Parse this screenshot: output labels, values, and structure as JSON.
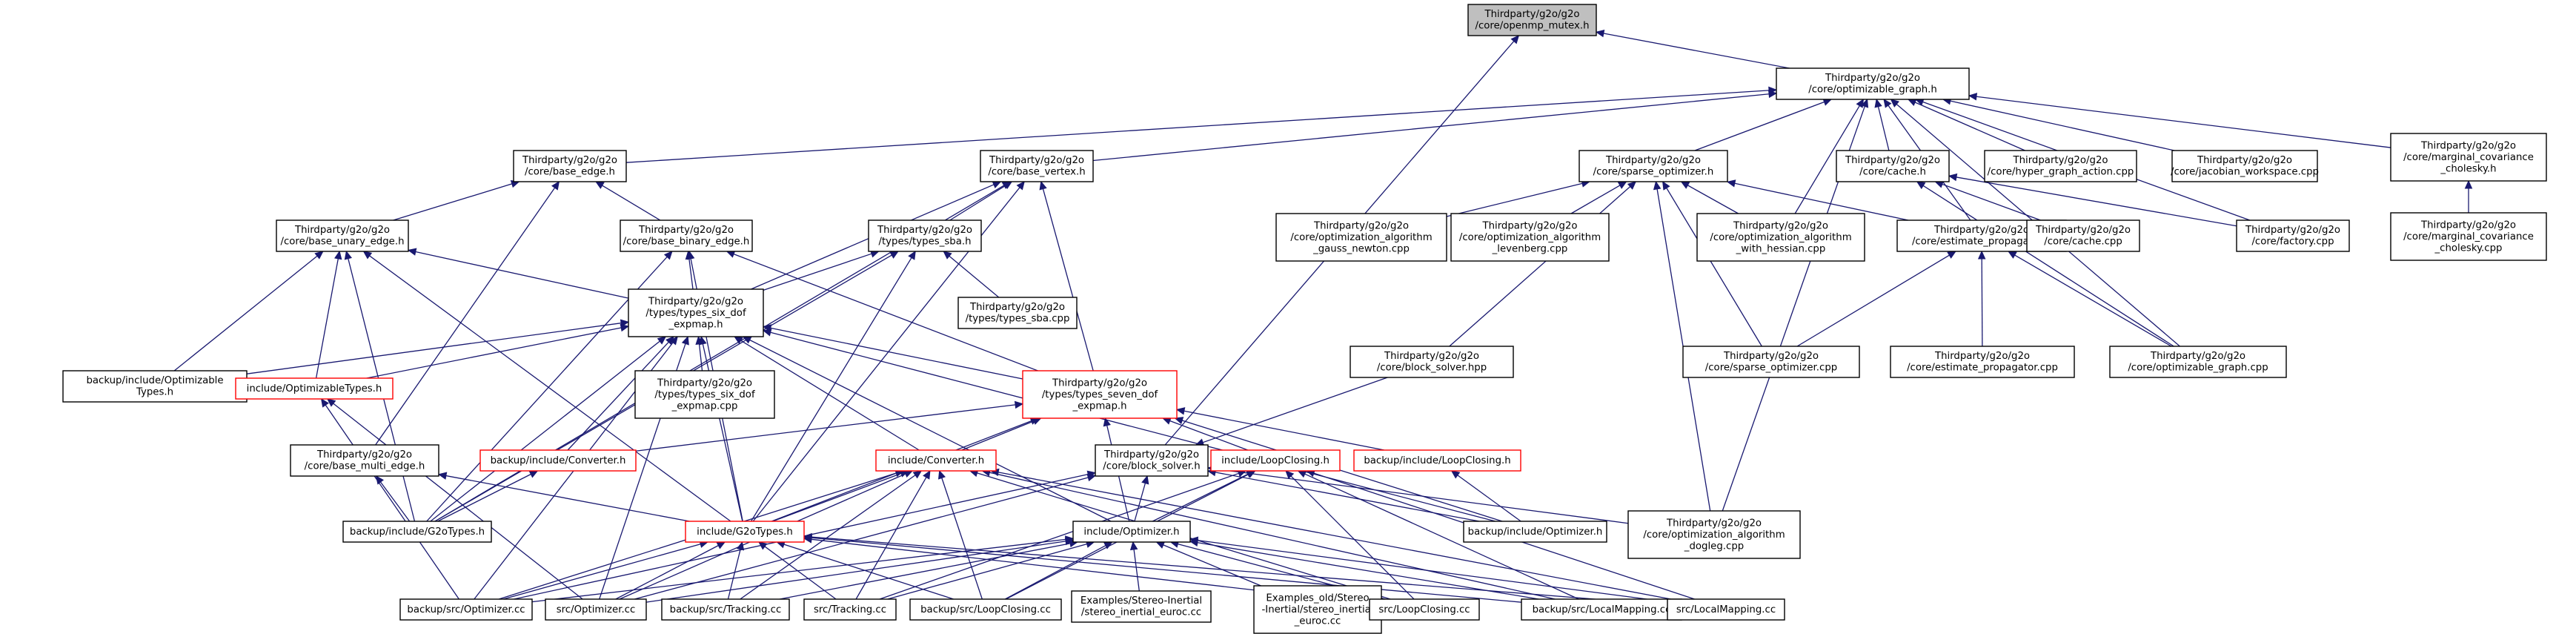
{
  "nodes": [
    {
      "id": "omp",
      "lines": [
        "Thirdparty/g2o/g2o",
        "/core/openmp_mutex.h"
      ],
      "style": "root"
    },
    {
      "id": "og",
      "lines": [
        "Thirdparty/g2o/g2o",
        "/core/optimizable_graph.h"
      ],
      "style": "normal"
    },
    {
      "id": "be",
      "lines": [
        "Thirdparty/g2o/g2o",
        "/core/base_edge.h"
      ],
      "style": "normal"
    },
    {
      "id": "bv",
      "lines": [
        "Thirdparty/g2o/g2o",
        "/core/base_vertex.h"
      ],
      "style": "normal"
    },
    {
      "id": "so",
      "lines": [
        "Thirdparty/g2o/g2o",
        "/core/sparse_optimizer.h"
      ],
      "style": "normal"
    },
    {
      "id": "cache",
      "lines": [
        "Thirdparty/g2o/g2o",
        "/core/cache.h"
      ],
      "style": "normal"
    },
    {
      "id": "hga",
      "lines": [
        "Thirdparty/g2o/g2o",
        "/core/hyper_graph_action.cpp"
      ],
      "style": "normal"
    },
    {
      "id": "jw",
      "lines": [
        "Thirdparty/g2o/g2o",
        "/core/jacobian_workspace.cpp"
      ],
      "style": "normal"
    },
    {
      "id": "mch",
      "lines": [
        "Thirdparty/g2o/g2o",
        "/core/marginal_covariance",
        "_cholesky.h"
      ],
      "style": "normal"
    },
    {
      "id": "bue",
      "lines": [
        "Thirdparty/g2o/g2o",
        "/core/base_unary_edge.h"
      ],
      "style": "normal"
    },
    {
      "id": "bbe",
      "lines": [
        "Thirdparty/g2o/g2o",
        "/core/base_binary_edge.h"
      ],
      "style": "normal"
    },
    {
      "id": "tsba",
      "lines": [
        "Thirdparty/g2o/g2o",
        "/types/types_sba.h"
      ],
      "style": "normal"
    },
    {
      "id": "oagn",
      "lines": [
        "Thirdparty/g2o/g2o",
        "/core/optimization_algorithm",
        "_gauss_newton.cpp"
      ],
      "style": "normal"
    },
    {
      "id": "oalev",
      "lines": [
        "Thirdparty/g2o/g2o",
        "/core/optimization_algorithm",
        "_levenberg.cpp"
      ],
      "style": "normal"
    },
    {
      "id": "oawh",
      "lines": [
        "Thirdparty/g2o/g2o",
        "/core/optimization_algorithm",
        "_with_hessian.cpp"
      ],
      "style": "normal"
    },
    {
      "id": "ep",
      "lines": [
        "Thirdparty/g2o/g2o",
        "/core/estimate_propagator.h"
      ],
      "style": "normal"
    },
    {
      "id": "cachecpp",
      "lines": [
        "Thirdparty/g2o/g2o",
        "/core/cache.cpp"
      ],
      "style": "normal"
    },
    {
      "id": "factory",
      "lines": [
        "Thirdparty/g2o/g2o",
        "/core/factory.cpp"
      ],
      "style": "normal"
    },
    {
      "id": "mchcpp",
      "lines": [
        "Thirdparty/g2o/g2o",
        "/core/marginal_covariance",
        "_cholesky.cpp"
      ],
      "style": "normal"
    },
    {
      "id": "t6",
      "lines": [
        "Thirdparty/g2o/g2o",
        "/types/types_six_dof",
        "_expmap.h"
      ],
      "style": "normal"
    },
    {
      "id": "tsbacpp",
      "lines": [
        "Thirdparty/g2o/g2o",
        "/types/types_sba.cpp"
      ],
      "style": "normal"
    },
    {
      "id": "bs_hpp",
      "lines": [
        "Thirdparty/g2o/g2o",
        "/core/block_solver.hpp"
      ],
      "style": "normal"
    },
    {
      "id": "socpp",
      "lines": [
        "Thirdparty/g2o/g2o",
        "/core/sparse_optimizer.cpp"
      ],
      "style": "normal"
    },
    {
      "id": "epcpp",
      "lines": [
        "Thirdparty/g2o/g2o",
        "/core/estimate_propagator.cpp"
      ],
      "style": "normal"
    },
    {
      "id": "ogcpp",
      "lines": [
        "Thirdparty/g2o/g2o",
        "/core/optimizable_graph.cpp"
      ],
      "style": "normal"
    },
    {
      "id": "bk_ot",
      "lines": [
        "backup/include/Optimizable",
        "Types.h"
      ],
      "style": "normal"
    },
    {
      "id": "inc_ot",
      "lines": [
        "include/OptimizableTypes.h"
      ],
      "style": "red"
    },
    {
      "id": "t6cpp",
      "lines": [
        "Thirdparty/g2o/g2o",
        "/types/types_six_dof",
        "_expmap.cpp"
      ],
      "style": "normal"
    },
    {
      "id": "t7",
      "lines": [
        "Thirdparty/g2o/g2o",
        "/types/types_seven_dof",
        "_expmap.h"
      ],
      "style": "red"
    },
    {
      "id": "bme",
      "lines": [
        "Thirdparty/g2o/g2o",
        "/core/base_multi_edge.h"
      ],
      "style": "normal"
    },
    {
      "id": "bk_conv",
      "lines": [
        "backup/include/Converter.h"
      ],
      "style": "red"
    },
    {
      "id": "inc_conv",
      "lines": [
        "include/Converter.h"
      ],
      "style": "red"
    },
    {
      "id": "bs_h",
      "lines": [
        "Thirdparty/g2o/g2o",
        "/core/block_solver.h"
      ],
      "style": "normal"
    },
    {
      "id": "inc_lc",
      "lines": [
        "include/LoopClosing.h"
      ],
      "style": "red"
    },
    {
      "id": "bk_lc",
      "lines": [
        "backup/include/LoopClosing.h"
      ],
      "style": "red"
    },
    {
      "id": "bk_g2o",
      "lines": [
        "backup/include/G2oTypes.h"
      ],
      "style": "normal"
    },
    {
      "id": "inc_g2o",
      "lines": [
        "include/G2oTypes.h"
      ],
      "style": "red"
    },
    {
      "id": "inc_opt",
      "lines": [
        "include/Optimizer.h"
      ],
      "style": "normal"
    },
    {
      "id": "bk_opt",
      "lines": [
        "backup/include/Optimizer.h"
      ],
      "style": "normal"
    },
    {
      "id": "oadog",
      "lines": [
        "Thirdparty/g2o/g2o",
        "/core/optimization_algorithm",
        "_dogleg.cpp"
      ],
      "style": "normal"
    },
    {
      "id": "bs_optcc",
      "lines": [
        "backup/src/Optimizer.cc"
      ],
      "style": "normal"
    },
    {
      "id": "s_optcc",
      "lines": [
        "src/Optimizer.cc"
      ],
      "style": "normal"
    },
    {
      "id": "bs_tr",
      "lines": [
        "backup/src/Tracking.cc"
      ],
      "style": "normal"
    },
    {
      "id": "s_tr",
      "lines": [
        "src/Tracking.cc"
      ],
      "style": "normal"
    },
    {
      "id": "bs_lc",
      "lines": [
        "backup/src/LoopClosing.cc"
      ],
      "style": "normal"
    },
    {
      "id": "ex_si",
      "lines": [
        "Examples/Stereo-Inertial",
        "/stereo_inertial_euroc.cc"
      ],
      "style": "normal"
    },
    {
      "id": "ex_old",
      "lines": [
        "Examples_old/Stereo",
        "-Inertial/stereo_inertial",
        "_euroc.cc"
      ],
      "style": "normal"
    },
    {
      "id": "s_lc",
      "lines": [
        "src/LoopClosing.cc"
      ],
      "style": "normal"
    },
    {
      "id": "bs_lm",
      "lines": [
        "backup/src/LocalMapping.cc"
      ],
      "style": "normal"
    },
    {
      "id": "s_lm",
      "lines": [
        "src/LocalMapping.cc"
      ],
      "style": "normal"
    }
  ],
  "edges": [
    [
      "og",
      "omp"
    ],
    [
      "bs_h",
      "omp"
    ],
    [
      "be",
      "og"
    ],
    [
      "bv",
      "og"
    ],
    [
      "so",
      "og"
    ],
    [
      "cache",
      "og"
    ],
    [
      "hga",
      "og"
    ],
    [
      "jw",
      "og"
    ],
    [
      "mch",
      "og"
    ],
    [
      "oawh",
      "og"
    ],
    [
      "ep",
      "og"
    ],
    [
      "factory",
      "og"
    ],
    [
      "ogcpp",
      "og"
    ],
    [
      "oadog",
      "og"
    ],
    [
      "mchcpp",
      "mch"
    ],
    [
      "oagn",
      "so"
    ],
    [
      "oalev",
      "so"
    ],
    [
      "oawh",
      "so"
    ],
    [
      "socpp",
      "so"
    ],
    [
      "bs_hpp",
      "so"
    ],
    [
      "oadog",
      "so"
    ],
    [
      "ep",
      "so"
    ],
    [
      "cachecpp",
      "cache"
    ],
    [
      "factory",
      "cache"
    ],
    [
      "ogcpp",
      "cache"
    ],
    [
      "socpp",
      "ep"
    ],
    [
      "epcpp",
      "ep"
    ],
    [
      "ogcpp",
      "ep"
    ],
    [
      "bue",
      "be"
    ],
    [
      "bbe",
      "be"
    ],
    [
      "bme",
      "be"
    ],
    [
      "t6",
      "bv"
    ],
    [
      "tsba",
      "bv"
    ],
    [
      "t7",
      "bv"
    ],
    [
      "bk_g2o",
      "bv"
    ],
    [
      "inc_g2o",
      "bv"
    ],
    [
      "t6",
      "bue"
    ],
    [
      "bk_ot",
      "bue"
    ],
    [
      "inc_ot",
      "bue"
    ],
    [
      "bk_g2o",
      "bue"
    ],
    [
      "inc_g2o",
      "bue"
    ],
    [
      "t6",
      "bbe"
    ],
    [
      "t7",
      "bbe"
    ],
    [
      "bk_g2o",
      "bbe"
    ],
    [
      "inc_g2o",
      "bbe"
    ],
    [
      "t6",
      "tsba"
    ],
    [
      "tsbacpp",
      "tsba"
    ],
    [
      "bk_g2o",
      "tsba"
    ],
    [
      "inc_g2o",
      "tsba"
    ],
    [
      "bk_ot",
      "t6"
    ],
    [
      "inc_ot",
      "t6"
    ],
    [
      "t6cpp",
      "t6"
    ],
    [
      "t7",
      "t6"
    ],
    [
      "bk_conv",
      "t6"
    ],
    [
      "inc_conv",
      "t6"
    ],
    [
      "bk_g2o",
      "t6"
    ],
    [
      "inc_g2o",
      "t6"
    ],
    [
      "bs_optcc",
      "t6"
    ],
    [
      "s_optcc",
      "t6"
    ],
    [
      "inc_opt",
      "t6"
    ],
    [
      "bk_opt",
      "t6"
    ],
    [
      "bs_optcc",
      "inc_ot"
    ],
    [
      "s_optcc",
      "inc_ot"
    ],
    [
      "bk_conv",
      "t7"
    ],
    [
      "inc_conv",
      "t7"
    ],
    [
      "inc_lc",
      "t7"
    ],
    [
      "bk_lc",
      "t7"
    ],
    [
      "inc_opt",
      "t7"
    ],
    [
      "bk_opt",
      "t7"
    ],
    [
      "inc_g2o",
      "t7"
    ],
    [
      "bk_g2o",
      "bme"
    ],
    [
      "inc_g2o",
      "bme"
    ],
    [
      "bk_g2o",
      "bk_conv"
    ],
    [
      "inc_g2o",
      "inc_conv"
    ],
    [
      "bs_optcc",
      "inc_conv"
    ],
    [
      "s_optcc",
      "inc_conv"
    ],
    [
      "bs_tr",
      "inc_conv"
    ],
    [
      "s_tr",
      "inc_conv"
    ],
    [
      "bs_lc",
      "inc_conv"
    ],
    [
      "s_lc",
      "inc_conv"
    ],
    [
      "bs_lm",
      "inc_conv"
    ],
    [
      "s_lm",
      "inc_conv"
    ],
    [
      "bs_hpp",
      "bs_h"
    ],
    [
      "inc_opt",
      "bs_h"
    ],
    [
      "bk_opt",
      "bs_h"
    ],
    [
      "oadog",
      "bs_h"
    ],
    [
      "bs_optcc",
      "bs_h"
    ],
    [
      "s_optcc",
      "bs_h"
    ],
    [
      "inc_opt",
      "inc_lc"
    ],
    [
      "s_tr",
      "inc_lc"
    ],
    [
      "bs_lc",
      "inc_lc"
    ],
    [
      "s_lc",
      "inc_lc"
    ],
    [
      "bs_lm",
      "inc_lc"
    ],
    [
      "s_lm",
      "inc_lc"
    ],
    [
      "bk_opt",
      "bk_lc"
    ],
    [
      "bs_optcc",
      "inc_g2o"
    ],
    [
      "s_optcc",
      "inc_g2o"
    ],
    [
      "bs_tr",
      "inc_g2o"
    ],
    [
      "s_tr",
      "inc_g2o"
    ],
    [
      "bs_lc",
      "inc_g2o"
    ],
    [
      "s_lc",
      "inc_g2o"
    ],
    [
      "bs_lm",
      "inc_g2o"
    ],
    [
      "s_lm",
      "inc_g2o"
    ],
    [
      "bs_optcc",
      "inc_opt"
    ],
    [
      "s_optcc",
      "inc_opt"
    ],
    [
      "bs_tr",
      "inc_opt"
    ],
    [
      "s_tr",
      "inc_opt"
    ],
    [
      "bs_lc",
      "inc_opt"
    ],
    [
      "ex_si",
      "inc_opt"
    ],
    [
      "ex_old",
      "inc_opt"
    ],
    [
      "s_lc",
      "inc_opt"
    ],
    [
      "bs_lm",
      "inc_opt"
    ],
    [
      "s_lm",
      "inc_opt"
    ]
  ]
}
